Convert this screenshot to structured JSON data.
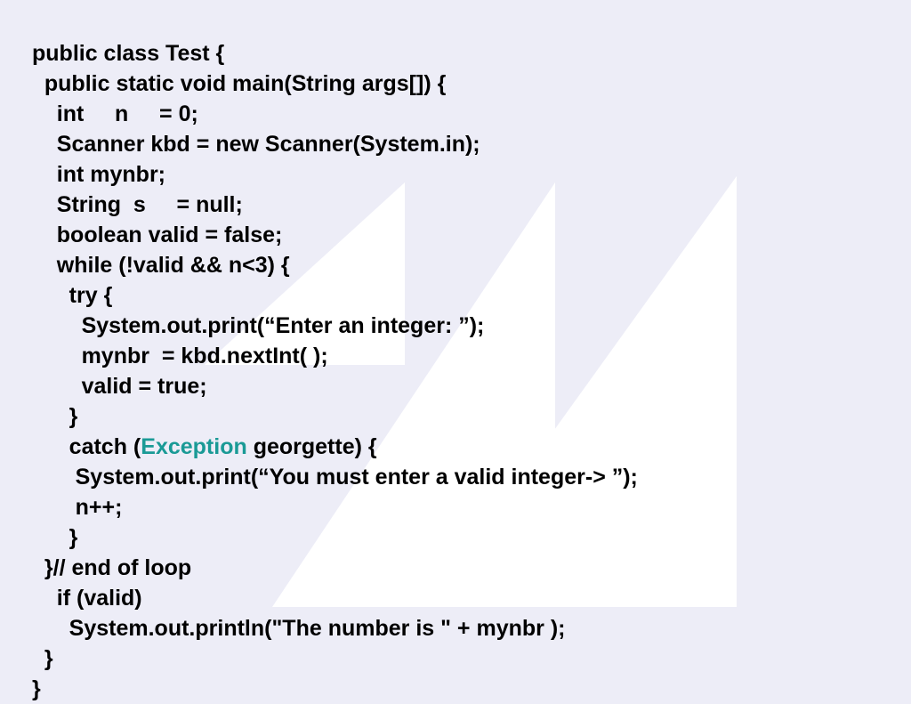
{
  "colors": {
    "background": "#ededf7",
    "shape": "#ffffff",
    "text": "#000000",
    "keyword_highlight": "#1a9a96"
  },
  "code": {
    "lines": [
      "public class Test {",
      "  public static void main(String args[]) {",
      "    int     n     = 0;",
      "    Scanner kbd = new Scanner(System.in);",
      "    int mynbr;",
      "    String  s     = null;",
      "    boolean valid = false;",
      "    while (!valid && n<3) {",
      "      try {",
      "        System.out.print(“Enter an integer: ”);",
      "        mynbr  = kbd.nextInt( );",
      "        valid = true;",
      "      }",
      "      catch (",
      "       System.out.print(“You must enter a valid integer-> ”);",
      "       n++;",
      "      }",
      "  }// end of loop",
      "    if (valid)",
      "      System.out.println(\"The number is \" + mynbr );",
      "  }",
      "}"
    ],
    "catch_type": "Exception",
    "catch_rest": " georgette) {"
  }
}
